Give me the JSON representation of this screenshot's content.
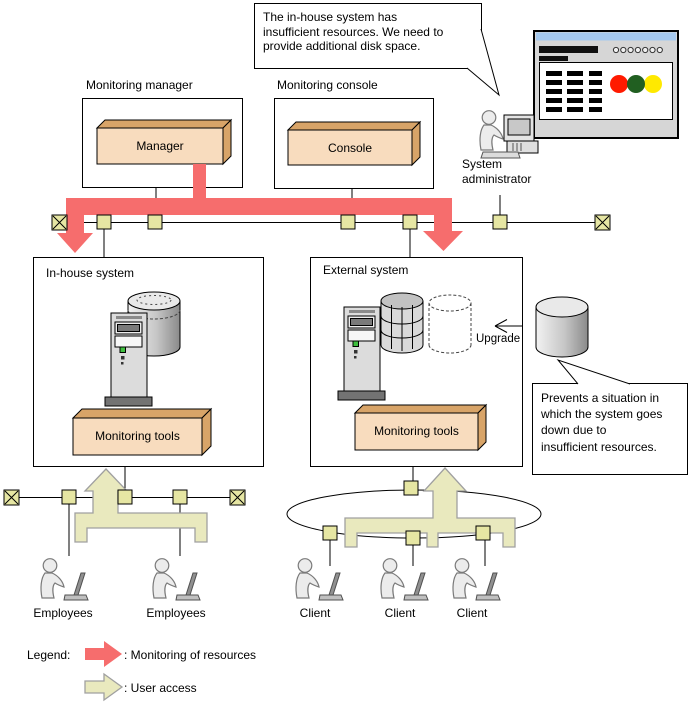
{
  "callouts": {
    "admin_speech": "The in-house system has\ninsufficient resources. We need to\nprovide additional disk space.",
    "prevents_note": "Prevents a situation in\nwhich the system goes\ndown due to\ninsufficient resources."
  },
  "nodes": {
    "monitoring_manager": {
      "label": "Monitoring manager",
      "box": "Manager"
    },
    "monitoring_console": {
      "label": "Monitoring console",
      "box": "Console"
    },
    "inhouse_system": {
      "label": "In-house system",
      "tools": "Monitoring tools"
    },
    "external_system": {
      "label": "External system",
      "tools": "Monitoring tools",
      "upgrade": "Upgrade"
    }
  },
  "actors": {
    "system_administrator": "System administrator",
    "employees": [
      "Employees",
      "Employees"
    ],
    "clients": [
      "Client",
      "Client",
      "Client"
    ]
  },
  "legend": {
    "label": "Legend:",
    "items": [
      {
        "name": "monitoring-of-resources",
        "label": ": Monitoring of resources",
        "color": "#F66D6D"
      },
      {
        "name": "user-access",
        "label": ": User access",
        "color": "#E9E9BE"
      }
    ]
  },
  "status_lights": {
    "colors": [
      "#FF1A00",
      "#215F21",
      "#FFE900"
    ]
  },
  "colors": {
    "red_arrow": "#F66D6D",
    "yellow_arrow": "#E9E9BE",
    "connector": "#E6E6A3",
    "box_face": "#F8DCBE",
    "box_shade": "#D8A468",
    "titlebar_blue": "#A5C9EF"
  }
}
